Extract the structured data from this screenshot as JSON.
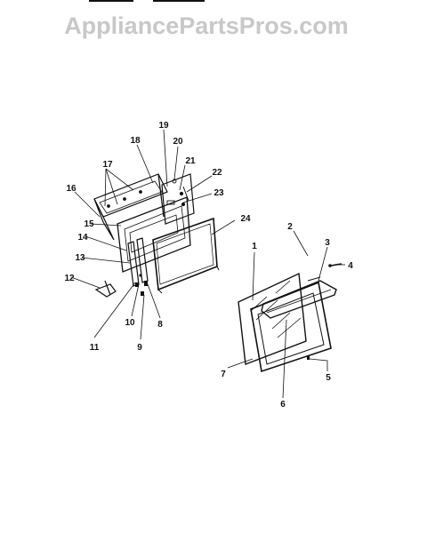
{
  "watermark": "AppliancePartsPros.com",
  "callouts": {
    "c1": "1",
    "c2": "2",
    "c3": "3",
    "c4": "4",
    "c5": "5",
    "c6": "6",
    "c7": "7",
    "c8": "8",
    "c9": "9",
    "c10": "10",
    "c11": "11",
    "c12": "12",
    "c13": "13",
    "c14": "14",
    "c15": "15",
    "c16": "16",
    "c17": "17",
    "c18": "18",
    "c19": "19",
    "c20": "20",
    "c21": "21",
    "c22": "22",
    "c23": "23",
    "c24": "24"
  },
  "colors": {
    "ink": "#111111",
    "watermark": "#c8c8c8",
    "background": "#ffffff"
  }
}
